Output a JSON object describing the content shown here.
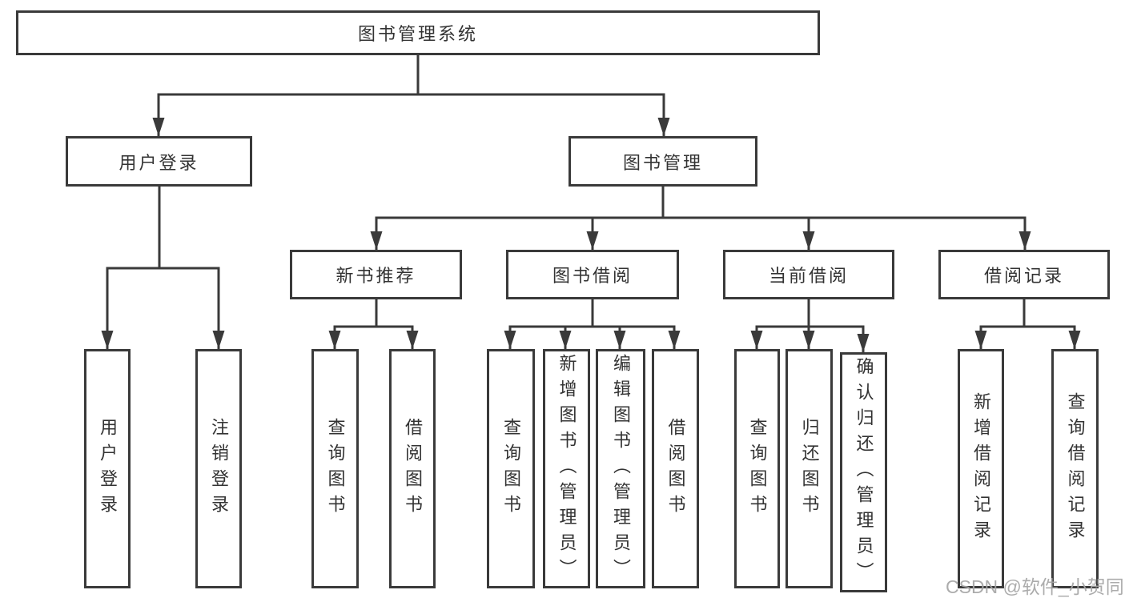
{
  "diagram": {
    "root": {
      "label": "图书管理系统"
    },
    "level2": [
      {
        "label": "用户登录",
        "children": [
          {
            "label": "用户登录"
          },
          {
            "label": "注销登录"
          }
        ]
      },
      {
        "label": "图书管理",
        "children": [
          {
            "label": "新书推荐",
            "children": [
              {
                "label": "查询图书"
              },
              {
                "label": "借阅图书"
              }
            ]
          },
          {
            "label": "图书借阅",
            "children": [
              {
                "label": "查询图书"
              },
              {
                "label": "新增图书（管理员）"
              },
              {
                "label": "编辑图书（管理员）"
              },
              {
                "label": "借阅图书"
              }
            ]
          },
          {
            "label": "当前借阅",
            "children": [
              {
                "label": "查询图书"
              },
              {
                "label": "归还图书"
              },
              {
                "label": "确认归还（管理员）"
              }
            ]
          },
          {
            "label": "借阅记录",
            "children": [
              {
                "label": "新增借阅记录"
              },
              {
                "label": "查询借阅记录"
              }
            ]
          }
        ]
      }
    ]
  },
  "watermark": {
    "text": "CSDN @软件_小贺同学"
  },
  "colors": {
    "line": "#3a3a3a",
    "text": "#333333",
    "background": "#ffffff",
    "watermark": "#a5a5a5"
  }
}
